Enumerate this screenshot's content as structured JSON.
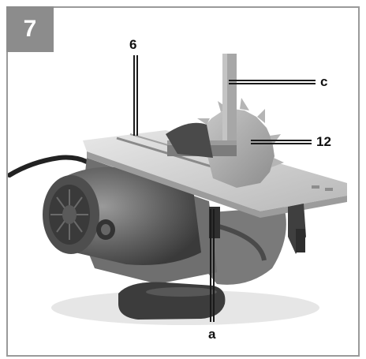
{
  "figure": {
    "number": "7",
    "callouts": {
      "label_6": "6",
      "label_c": "c",
      "label_12": "12",
      "label_a": "a"
    },
    "colors": {
      "badge": "#8c8c8c",
      "frame": "#9a9a9a",
      "background": "#ffffff"
    }
  }
}
